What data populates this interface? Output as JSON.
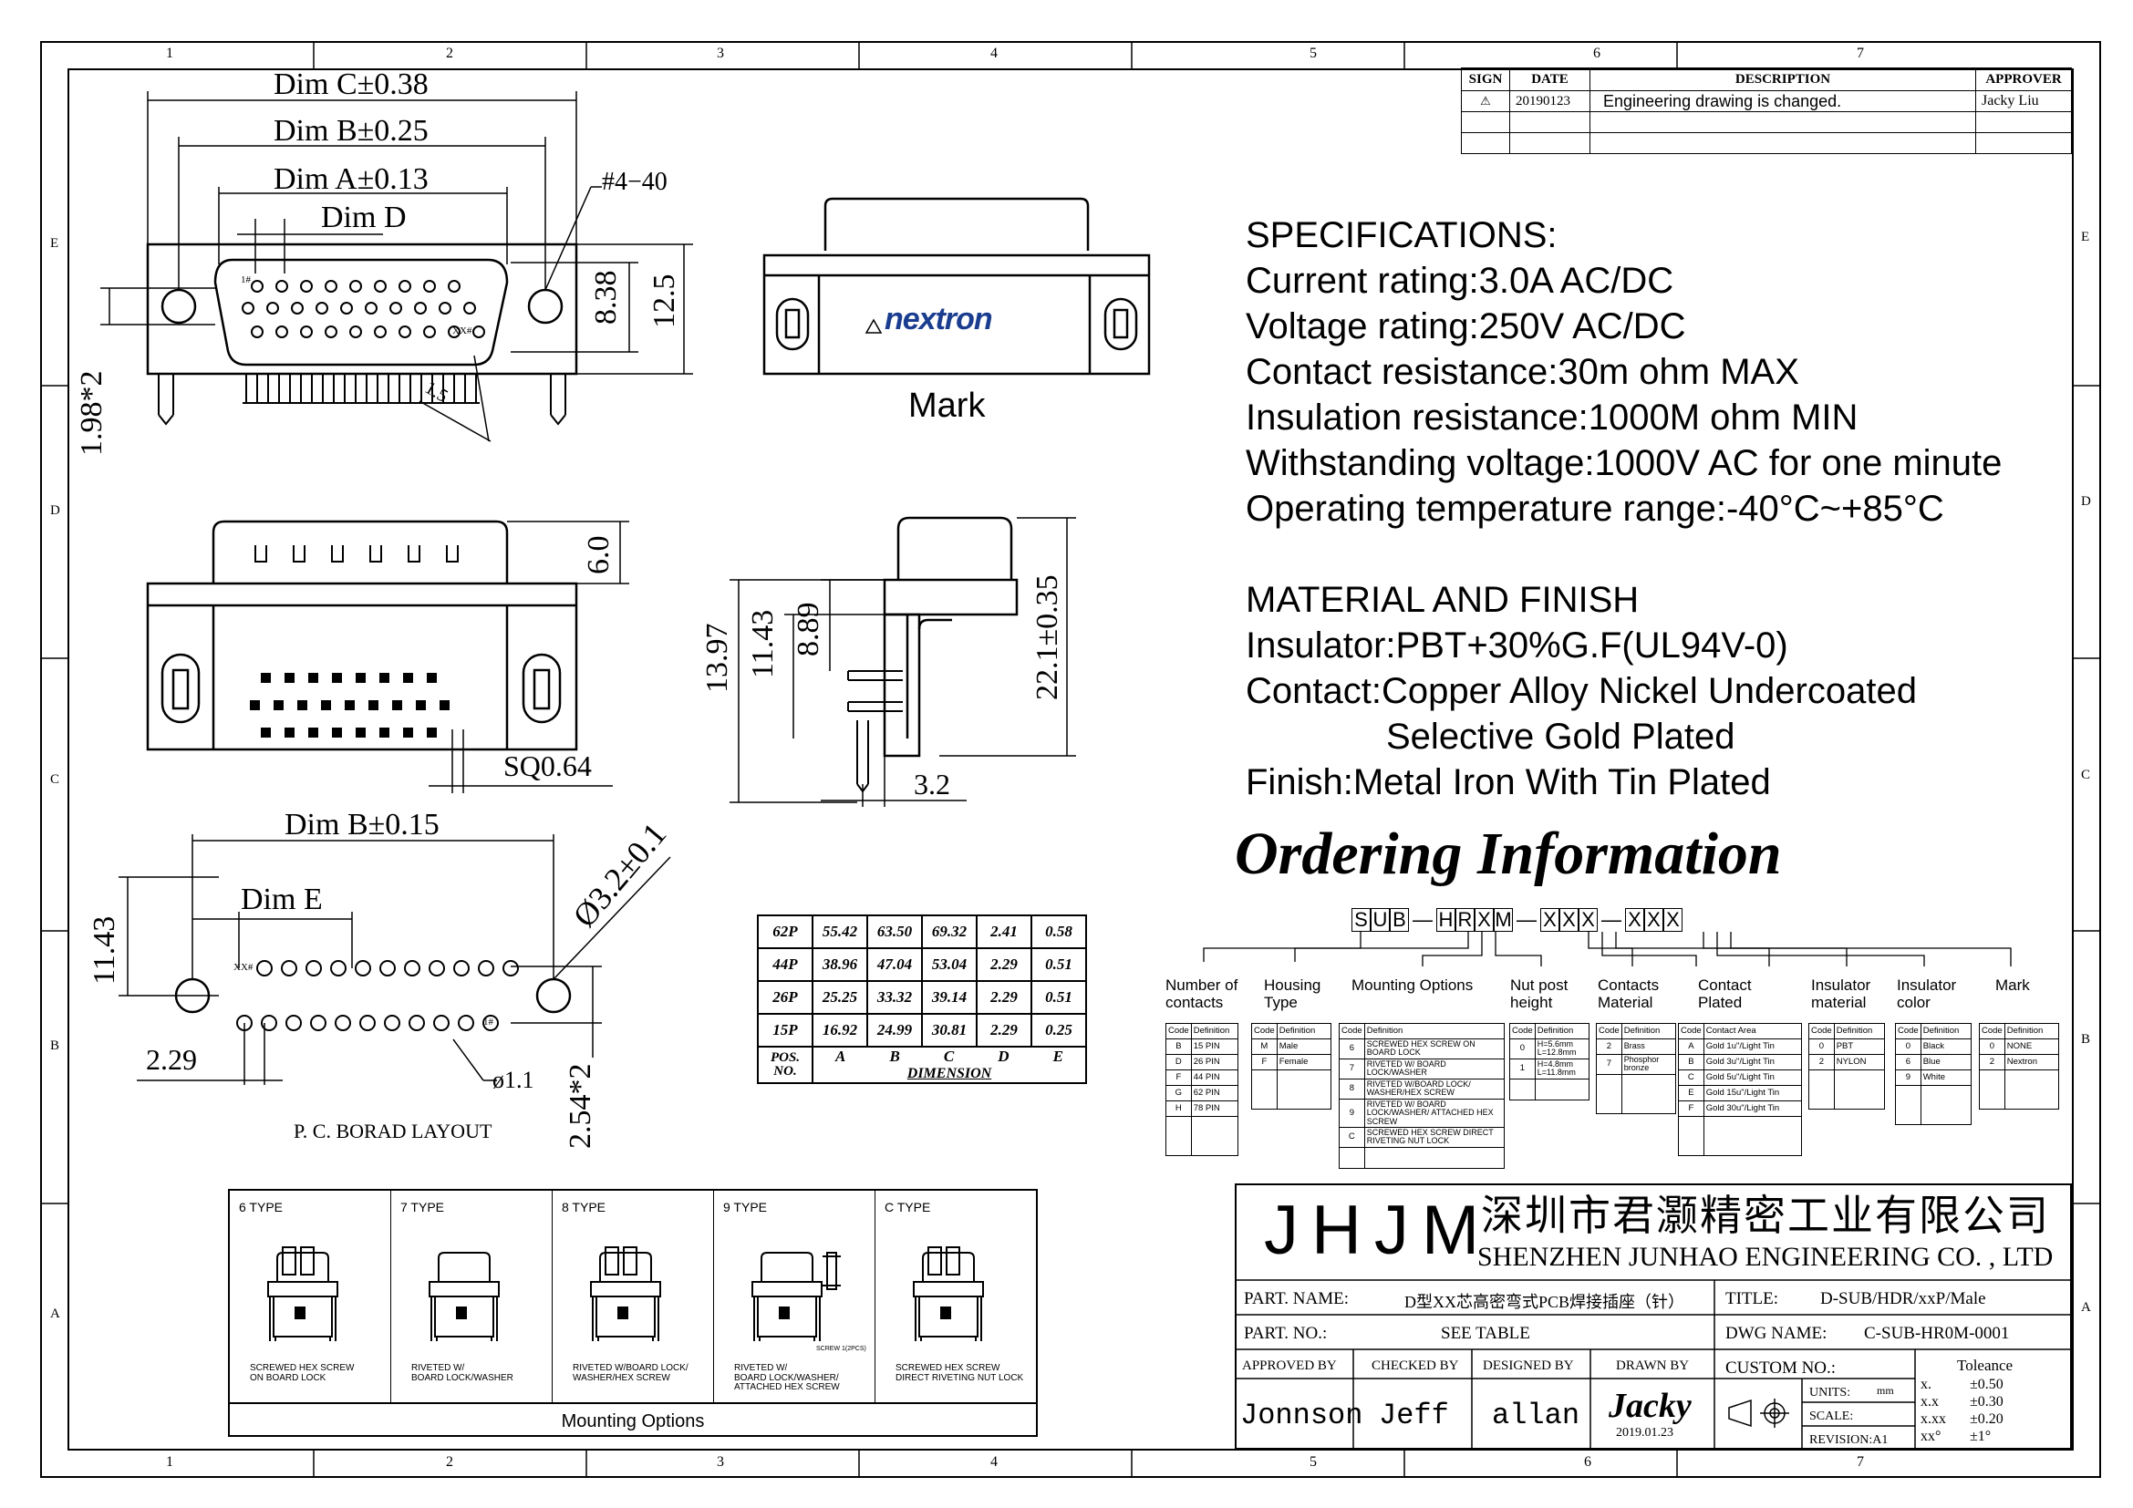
{
  "border": {
    "columns_top": [
      "1",
      "2",
      "3",
      "4",
      "5",
      "6",
      "7"
    ],
    "columns_bottom": [
      "1",
      "2",
      "3",
      "4",
      "5",
      "6",
      "7"
    ],
    "rows": [
      "E",
      "D",
      "C",
      "B",
      "A"
    ]
  },
  "revision_table": {
    "headers": {
      "sign": "SIGN",
      "date": "DATE",
      "description": "DESCRIPTION",
      "approver": "APPROVER"
    },
    "rows": [
      {
        "sign": "A1",
        "date": "20190123",
        "description": "Engineering drawing  is changed.",
        "approver": "Jacky Liu"
      }
    ]
  },
  "top_view": {
    "dim_c": "Dim C±0.38",
    "dim_b": "Dim B±0.25",
    "dim_a": "Dim A±0.13",
    "dim_d": "Dim D",
    "thread": "#4−40",
    "h1": "8.38",
    "h2": "12.5",
    "pitch": "1.98*2",
    "pin1": "1#",
    "pinx": "XX#",
    "dim_15": "1.5"
  },
  "mark_view": {
    "brand": "nextron",
    "mark_label": "Mark"
  },
  "front_view": {
    "h": "6.0",
    "sq": "SQ0.64"
  },
  "side_view": {
    "d1": "13.97",
    "d2": "11.43",
    "d3": "8.89",
    "d4": "22.1±0.35",
    "d5": "3.2"
  },
  "pcb_layout": {
    "dim_b": "Dim B±0.15",
    "dim_e": "Dim E",
    "h": "11.43",
    "hole": "Ø3.2±0.1",
    "pitch_x": "2.29",
    "pin": "ø1.1",
    "pitch_y": "2.54*2",
    "label": "P. C. BORAD  LAYOUT",
    "pinx": "XX#",
    "pin1": "1#"
  },
  "dimension_table": {
    "rows": [
      [
        "62P",
        "55.42",
        "63.50",
        "69.32",
        "2.41",
        "0.58"
      ],
      [
        "44P",
        "38.96",
        "47.04",
        "53.04",
        "2.29",
        "0.51"
      ],
      [
        "26P",
        "25.25",
        "33.32",
        "39.14",
        "2.29",
        "0.51"
      ],
      [
        "15P",
        "16.92",
        "24.99",
        "30.81",
        "2.29",
        "0.25"
      ]
    ],
    "footer_pos": "POS.",
    "footer_no": "NO.",
    "letters": [
      "A",
      "B",
      "C",
      "D",
      "E"
    ],
    "footer_dim": "DIMENSION"
  },
  "specifications": {
    "title": "SPECIFICATIONS:",
    "lines": [
      "Current rating:3.0A AC/DC",
      "Voltage rating:250V AC/DC",
      "Contact resistance:30m ohm MAX",
      "Insulation resistance:1000M ohm MIN",
      "Withstanding voltage:1000V AC for one minute",
      "Operating temperature range:-40°C~+85°C"
    ]
  },
  "material": {
    "title": "MATERIAL AND FINISH",
    "insulator": "Insulator:PBT+30%G.F(UL94V-0)",
    "contact1": "Contact:Copper Alloy Nickel Undercoated",
    "contact2": "Selective Gold Plated",
    "finish": "Finish:Metal Iron With Tin Plated"
  },
  "ordering": {
    "title": "Ordering Information",
    "code": [
      "S",
      "U",
      "B",
      "—",
      "H",
      "R",
      "X",
      "M",
      "—",
      "X",
      "X",
      "X",
      "—",
      "X",
      "X",
      "X"
    ],
    "categories": [
      {
        "label": "Number of\ncontacts",
        "rows": [
          [
            "B",
            "15 PIN"
          ],
          [
            "D",
            "26 PIN"
          ],
          [
            "F",
            "44 PIN"
          ],
          [
            "G",
            "62 PIN"
          ],
          [
            "H",
            "78 PIN"
          ]
        ]
      },
      {
        "label": "Housing\nType",
        "rows": [
          [
            "M",
            "Male"
          ],
          [
            "F",
            "Female"
          ]
        ]
      },
      {
        "label": "Mounting Options",
        "rows": [
          [
            "6",
            "SCREWED HEX SCREW ON BOARD LOCK"
          ],
          [
            "7",
            "RIVETED W/ BOARD LOCK/WASHER"
          ],
          [
            "8",
            "RIVETED W/BOARD LOCK/ WASHER/HEX SCREW"
          ],
          [
            "9",
            "RIVETED W/ BOARD LOCK/WASHER/ ATTACHED HEX SCREW"
          ],
          [
            "C",
            "SCREWED HEX SCREW DIRECT RIVETING NUT LOCK"
          ]
        ]
      },
      {
        "label": "Nut post\nheight",
        "rows": [
          [
            "0",
            "H=5.6mm L=12.8mm"
          ],
          [
            "1",
            "H=4.8mm L=11.8mm"
          ]
        ]
      },
      {
        "label": "Contacts\nMaterial",
        "rows": [
          [
            "2",
            "Brass"
          ],
          [
            "7",
            "Phosphor bronze"
          ]
        ]
      },
      {
        "label": "Contact\nPlated",
        "rows": [
          [
            "A",
            "Gold 1u\"/Light Tin"
          ],
          [
            "B",
            "Gold 3u\"/Light Tin"
          ],
          [
            "C",
            "Gold 5u\"/Light Tin"
          ],
          [
            "E",
            "Gold 15u\"/Light Tin"
          ],
          [
            "F",
            "Gold 30u\"/Light Tin"
          ]
        ]
      },
      {
        "label": "Insulator\nmaterial",
        "rows": [
          [
            "0",
            "PBT"
          ],
          [
            "2",
            "NYLON"
          ]
        ]
      },
      {
        "label": "Insulator\ncolor",
        "rows": [
          [
            "0",
            "Black"
          ],
          [
            "6",
            "Blue"
          ],
          [
            "9",
            "White"
          ]
        ]
      },
      {
        "label": "Mark",
        "rows": [
          [
            "0",
            "NONE"
          ],
          [
            "2",
            "Nextron"
          ]
        ]
      }
    ],
    "head_code": "Code",
    "head_def": "Definition",
    "head_contact_area": "Contact Area"
  },
  "mounting_options": {
    "title": "Mounting Options",
    "types": [
      {
        "name": "6  TYPE",
        "caption": "SCREWED HEX SCREW\nON BOARD LOCK"
      },
      {
        "name": "7  TYPE",
        "caption": "RIVETED W/\nBOARD LOCK/WASHER"
      },
      {
        "name": "8  TYPE",
        "caption": "RIVETED W/BOARD LOCK/\nWASHER/HEX SCREW"
      },
      {
        "name": "9  TYPE",
        "caption": "RIVETED W/\nBOARD LOCK/WASHER/\nATTACHED HEX SCREW"
      },
      {
        "name": "C  TYPE",
        "caption": "SCREWED HEX SCREW\nDIRECT RIVETING NUT LOCK"
      }
    ],
    "screw_note": "SCREW 1(2PCS)"
  },
  "title_block": {
    "logo": "JHJM",
    "company_cn": "深圳市君灏精密工业有限公司",
    "company_en": "SHENZHEN  JUNHAO  ENGINEERING  CO. , LTD",
    "part_name_label": "PART. NAME:",
    "part_name": "D型XX芯高密弯式PCB焊接插座（针）",
    "title_label": "TITLE:",
    "title": "D-SUB/HDR/xxP/Male",
    "part_no_label": "PART. NO.:",
    "part_no": "SEE TABLE",
    "dwg_label": "DWG NAME:",
    "dwg": "C-SUB-HR0M-0001",
    "approved_label": "APPROVED BY",
    "checked_label": "CHECKED BY",
    "designed_label": "DESIGNED BY",
    "drawn_label": "DRAWN BY",
    "approved": "Jonnson",
    "checked": "Jeff",
    "designed": "allan",
    "drawn": "Jacky",
    "drawn_date": "2019.01.23",
    "custom_label": "CUSTOM NO.:",
    "units_label": "UNITS:",
    "units": "mm",
    "scale_label": "SCALE:",
    "revision": "REVISION:A1",
    "tol_title": "Toleance",
    "tol": [
      [
        "x.",
        "±0.50"
      ],
      [
        "x.x",
        "±0.30"
      ],
      [
        "x.xx",
        "±0.20"
      ],
      [
        "xx°",
        "±1°"
      ]
    ]
  }
}
